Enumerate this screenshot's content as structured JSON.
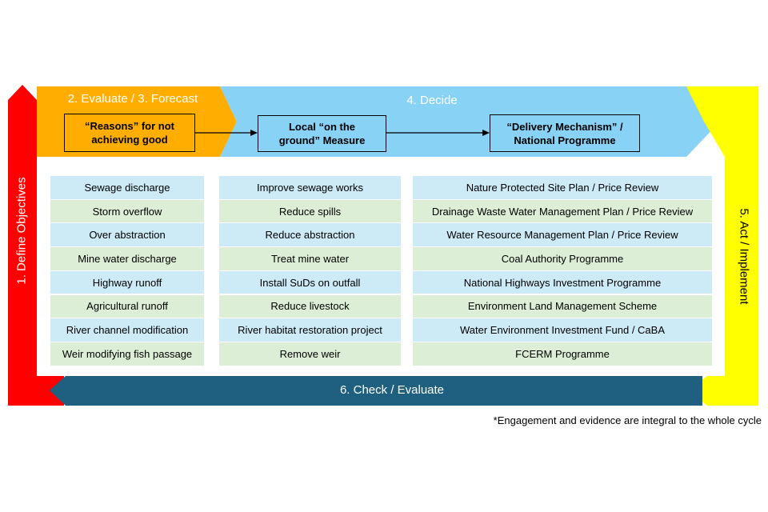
{
  "colors": {
    "red": "#ff0000",
    "orange": "#ffae00",
    "blue": "#87d2f5",
    "yellow": "#ffff00",
    "dark_blue": "#1f5f7f",
    "light_blue_row": "#cdeaf7",
    "light_green_row": "#dcefd6"
  },
  "stages": {
    "define": "1. Define Objectives",
    "evaluate_forecast": "2. Evaluate / 3. Forecast",
    "decide": "4. Decide",
    "act": "5. Act / Implement",
    "check": "6. Check / Evaluate"
  },
  "header_boxes": {
    "reasons": "“Reasons” for not achieving good",
    "measure": "Local “on the ground” Measure",
    "mechanism": "“Delivery Mechanism” / National Programme"
  },
  "rows": [
    {
      "reason": "Sewage discharge",
      "measure": "Improve sewage works",
      "mechanism": "Nature Protected Site Plan / Price Review"
    },
    {
      "reason": "Storm overflow",
      "measure": "Reduce spills",
      "mechanism": "Drainage Waste Water Management Plan / Price Review"
    },
    {
      "reason": "Over abstraction",
      "measure": "Reduce abstraction",
      "mechanism": "Water Resource Management Plan / Price Review"
    },
    {
      "reason": "Mine water discharge",
      "measure": "Treat mine water",
      "mechanism": "Coal Authority Programme"
    },
    {
      "reason": "Highway runoff",
      "measure": "Install SuDs on outfall",
      "mechanism": "National Highways Investment Programme"
    },
    {
      "reason": "Agricultural runoff",
      "measure": "Reduce livestock",
      "mechanism": "Environment Land Management Scheme"
    },
    {
      "reason": "River channel modification",
      "measure": "River habitat restoration project",
      "mechanism": "Water Environment Investment Fund / CaBA"
    },
    {
      "reason": "Weir modifying fish passage",
      "measure": "Remove weir",
      "mechanism": "FCERM Programme"
    }
  ],
  "footnote": "*Engagement and evidence are integral to the whole cycle"
}
